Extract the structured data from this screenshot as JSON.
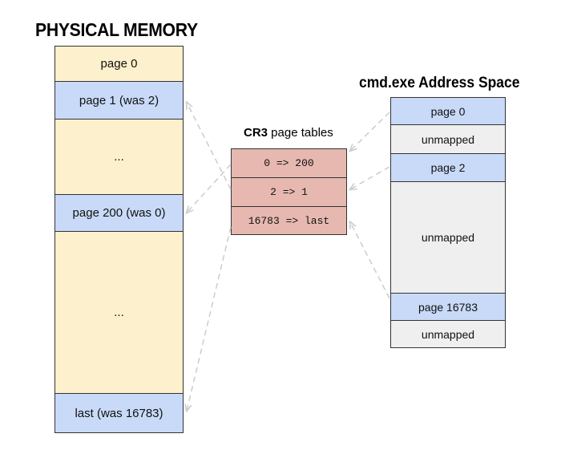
{
  "physical_memory": {
    "title": "PHYSICAL MEMORY",
    "cells": [
      {
        "label": "page 0",
        "color": "#fdf0cc"
      },
      {
        "label": "page 1 (was 2)",
        "color": "#c9daf8"
      },
      {
        "label": "...",
        "color": "#fdf0cc"
      },
      {
        "label": "page 200 (was 0)",
        "color": "#c9daf8"
      },
      {
        "label": "...",
        "color": "#fdf0cc"
      },
      {
        "label": "last (was 16783)",
        "color": "#c9daf8"
      }
    ]
  },
  "page_tables": {
    "title_bold": "CR3",
    "title_rest": " page tables",
    "entries": [
      "0 => 200",
      "2 => 1",
      "16783 => last"
    ],
    "color": "#e6b8af"
  },
  "address_space": {
    "title": "cmd.exe Address Space",
    "cells": [
      {
        "label": "page 0",
        "color": "#c9daf8"
      },
      {
        "label": "unmapped",
        "color": "#efefef"
      },
      {
        "label": "page 2",
        "color": "#c9daf8"
      },
      {
        "label": "unmapped",
        "color": "#efefef"
      },
      {
        "label": "page 16783",
        "color": "#c9daf8"
      },
      {
        "label": "unmapped",
        "color": "#efefef"
      }
    ]
  },
  "arrow_color": "#cccccc"
}
